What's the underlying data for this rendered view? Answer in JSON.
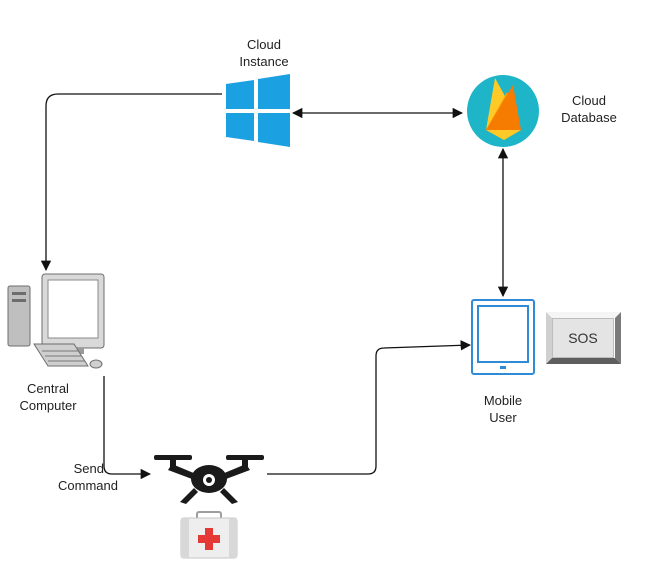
{
  "diagram": {
    "nodes": {
      "cloud_instance": {
        "label_lines": [
          "Cloud",
          "Instance"
        ],
        "icon": "windows-logo-icon"
      },
      "cloud_database": {
        "label_lines": [
          "Cloud",
          "Database"
        ],
        "icon": "firebase-flame-icon"
      },
      "central_computer": {
        "label_lines": [
          "Central",
          "Computer"
        ],
        "icon": "desktop-computer-icon"
      },
      "mobile_user": {
        "label_lines": [
          "Mobile",
          "User"
        ],
        "icon": "tablet-icon"
      },
      "drone": {
        "icon": "drone-icon"
      },
      "medkit": {
        "icon": "first-aid-kit-icon"
      }
    },
    "sos_button_label": "SOS",
    "edge_labels": {
      "send_command_lines": [
        "Send",
        "Command"
      ]
    },
    "edges": [
      {
        "from": "cloud_instance",
        "to": "central_computer",
        "direction": "one-way"
      },
      {
        "from": "cloud_instance",
        "to": "cloud_database",
        "direction": "two-way"
      },
      {
        "from": "cloud_database",
        "to": "mobile_user",
        "direction": "two-way"
      },
      {
        "from": "central_computer",
        "to": "drone",
        "direction": "one-way",
        "label": "send_command_lines"
      },
      {
        "from": "drone",
        "to": "mobile_user",
        "direction": "one-way"
      }
    ],
    "colors": {
      "windows_blue": "#1ba1e2",
      "firebase_circle": "#1fb5c9",
      "firebase_yellow": "#ffca28",
      "firebase_orange": "#f57c00",
      "tablet_blue": "#2f8ad8",
      "line": "#111111",
      "medkit_red": "#e53935"
    }
  }
}
